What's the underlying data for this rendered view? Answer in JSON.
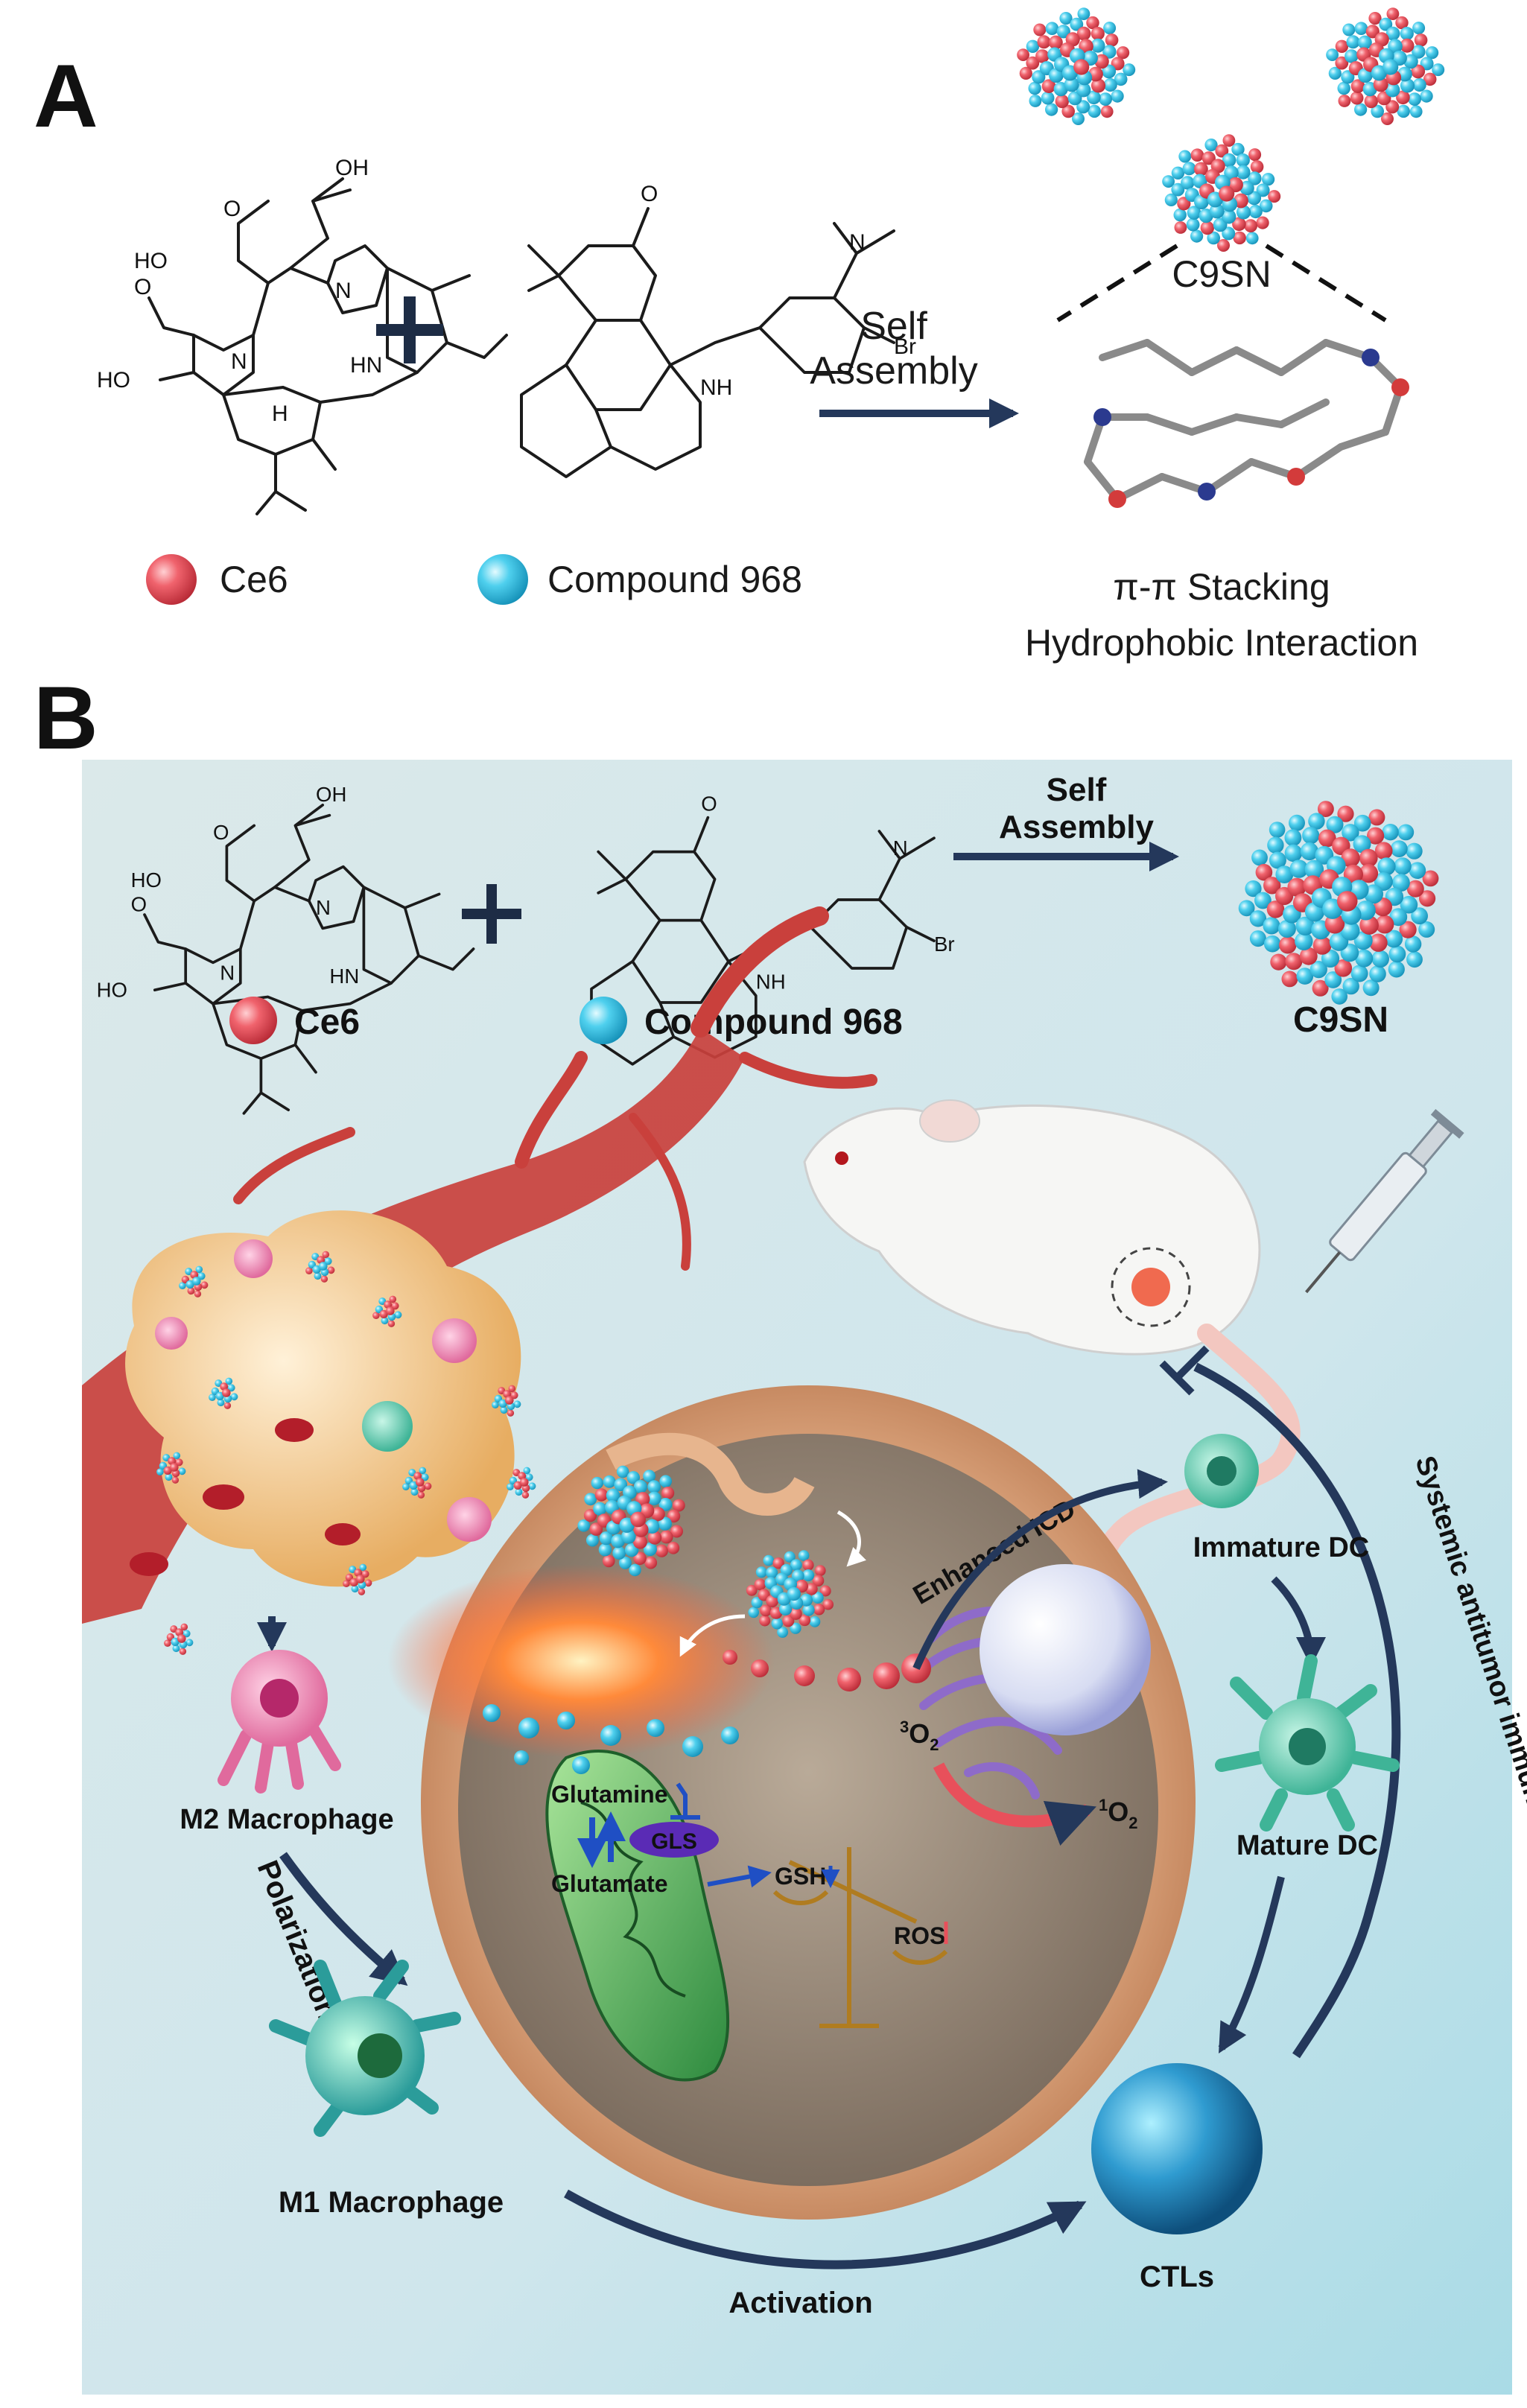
{
  "panel_a": {
    "letter": "A",
    "ce6_atoms": [
      "OH",
      "HO",
      "O",
      "O",
      "HO",
      "N",
      "HN",
      "N",
      "H"
    ],
    "cmpd_atoms": [
      "O",
      "N",
      "Br",
      "NH"
    ],
    "assembly_line1": "Self",
    "assembly_line2": "Assembly",
    "product_label": "C9SN",
    "legend_ce6": "Ce6",
    "legend_cmpd": "Compound 968",
    "interaction_line1": "π-π Stacking",
    "interaction_line2": "Hydrophobic Interaction"
  },
  "panel_b": {
    "letter": "B",
    "assembly_line1": "Self",
    "assembly_line2": "Assembly",
    "legend_ce6": "Ce6",
    "legend_cmpd": "Compound 968",
    "product_label": "C9SN",
    "m2_label": "M2 Macrophage",
    "polarization_label": "Polarization",
    "m1_label": "M1 Macrophage",
    "activation_label": "Activation",
    "ctl_label": "CTLs",
    "immature_dc_label": "Immature DC",
    "mature_dc_label": "Mature DC",
    "systemic_label": "Systemic antitumor immunity",
    "icd_label": "Enhanced ICD",
    "glutamine_label": "Glutamine",
    "gls_label": "GLS",
    "glutamate_label": "Glutamate",
    "gsh_label": "GSH",
    "ros_label": "ROS",
    "o2_triplet_sup": "3",
    "o2_singlet_sup": "1",
    "o2_base": "O",
    "o2_sub": "2"
  },
  "colors": {
    "ce6_red": "#e8505b",
    "cmpd_cyan": "#3ec6e8",
    "arrow_navy": "#24385b",
    "bg_teal": "#cde6ea",
    "vessel_red": "#c9403c",
    "gls_purple": "#5a2bb5"
  }
}
